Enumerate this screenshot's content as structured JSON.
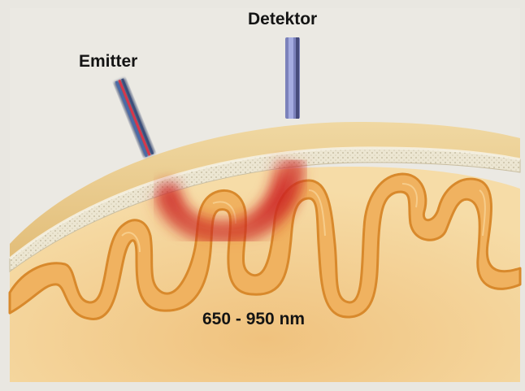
{
  "labels": {
    "detector": "Detektor",
    "emitter": "Emitter",
    "wavelength": "650 - 950 nm"
  },
  "colors": {
    "background": "#e9e7e1",
    "scalp": "#e8c98a",
    "skull_layer": "#efeadb",
    "brain_tissue": "#f1cf90",
    "gyri_fill": "#f0b260",
    "gyri_outline": "#d8892c",
    "light_glow": "#d32222",
    "detector_probe": "#8a90c8",
    "emitter_stripe_red": "#d8364a",
    "emitter_stripe_blue": "#4a6aa8"
  },
  "icons": {
    "emitter": "emitter-probe-icon",
    "detector": "detector-probe-icon"
  }
}
